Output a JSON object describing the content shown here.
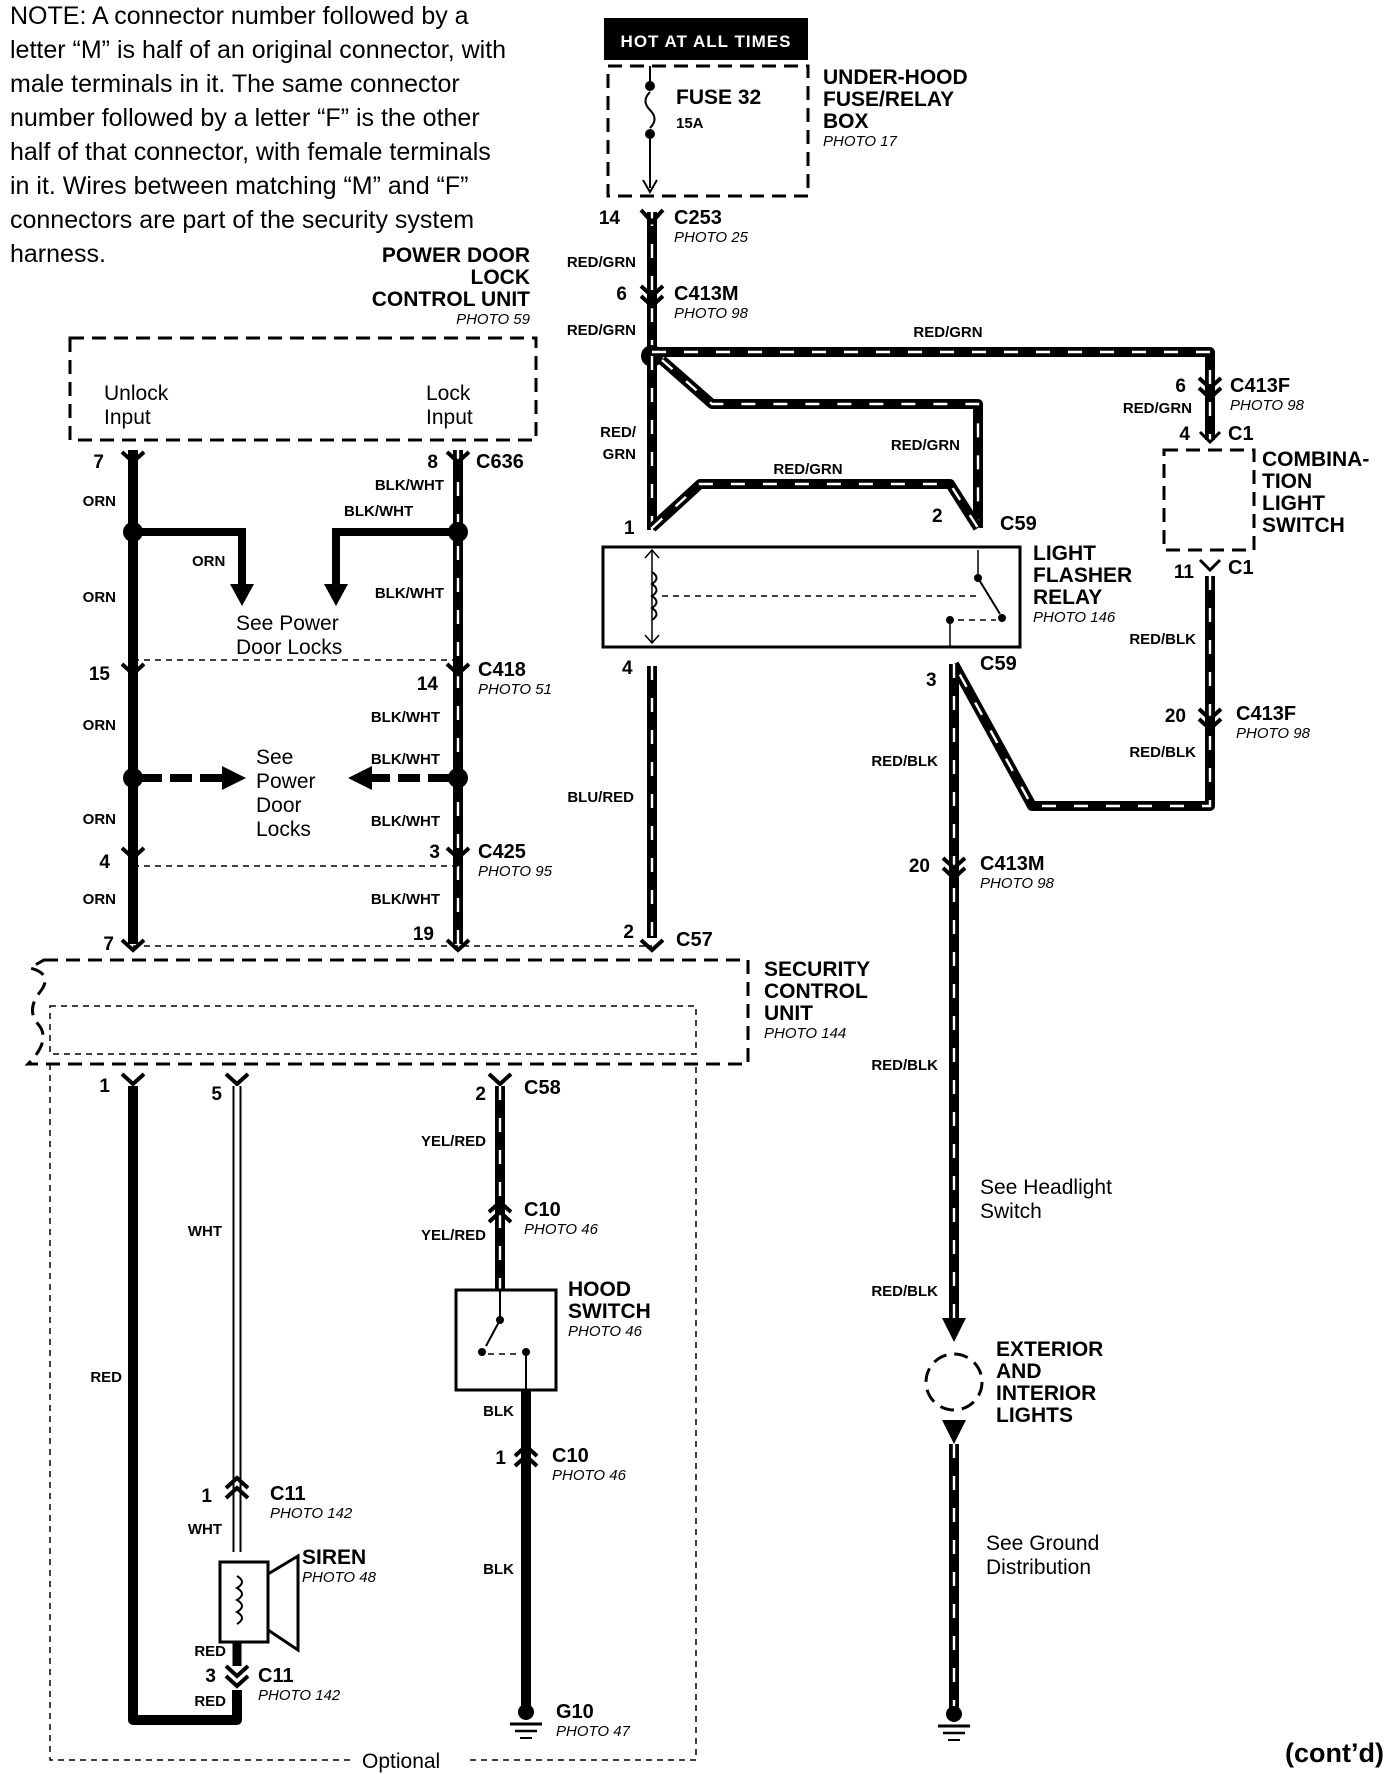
{
  "note": {
    "lines": [
      "NOTE: A connector number followed by a",
      "letter “M” is half of an original connector, with",
      "male terminals in it. The same connector",
      "number followed by a letter “F” is the other",
      "half of that connector, with female terminals",
      "in it. Wires between matching “M” and “F”",
      "connectors are part of the security system",
      "harness."
    ]
  },
  "hot_at_all_times": "HOT AT ALL TIMES",
  "fuse_box": {
    "name_lines": [
      "UNDER-HOOD",
      "FUSE/RELAY",
      "BOX"
    ],
    "photo": "PHOTO 17",
    "fuse": "FUSE 32",
    "rating": "15A"
  },
  "power_door_lock": {
    "name_lines": [
      "POWER DOOR",
      "LOCK",
      "CONTROL UNIT"
    ],
    "photo": "PHOTO 59",
    "unlock_lines": [
      "Unlock",
      "Input"
    ],
    "lock_lines": [
      "Lock",
      "Input"
    ]
  },
  "light_flasher_relay": {
    "name_lines": [
      "LIGHT",
      "FLASHER",
      "RELAY"
    ],
    "photo": "PHOTO 146"
  },
  "combination_switch": {
    "name_lines": [
      "COMBINA-",
      "TION",
      "LIGHT",
      "SWITCH"
    ]
  },
  "security_unit": {
    "name_lines": [
      "SECURITY",
      "CONTROL",
      "UNIT"
    ],
    "photo": "PHOTO 144"
  },
  "hood_switch": {
    "name_lines": [
      "HOOD",
      "SWITCH"
    ],
    "photo": "PHOTO 46"
  },
  "siren": {
    "name": "SIREN",
    "photo": "PHOTO 48"
  },
  "ext_lights": {
    "name_lines": [
      "EXTERIOR",
      "AND",
      "INTERIOR",
      "LIGHTS"
    ]
  },
  "see_refs": {
    "power_door_locks_1": [
      "See Power",
      "Door Locks"
    ],
    "power_door_locks_2": [
      "See",
      "Power",
      "Door",
      "Locks"
    ],
    "headlight": [
      "See Headlight",
      "Switch"
    ],
    "ground": [
      "See Ground",
      "Distribution"
    ]
  },
  "connectors": {
    "c253": {
      "name": "C253",
      "photo": "PHOTO 25",
      "pin": "14"
    },
    "c413m_top": {
      "name": "C413M",
      "photo": "PHOTO 98",
      "pin": "6"
    },
    "c413f_top": {
      "name": "C413F",
      "photo": "PHOTO 98",
      "pin": "6"
    },
    "c1_in": {
      "name": "C1",
      "pin": "4"
    },
    "c1_out": {
      "name": "C1",
      "pin": "11"
    },
    "c59_top": {
      "name": "C59",
      "pin1": "1",
      "pin2": "2"
    },
    "c59_bot": {
      "name": "C59",
      "pin4": "4",
      "pin3": "3"
    },
    "c413f_mid": {
      "name": "C413F",
      "photo": "PHOTO 98",
      "pin": "20"
    },
    "c413m_mid": {
      "name": "C413M",
      "photo": "PHOTO 98",
      "pin": "20"
    },
    "c636": {
      "name": "C636",
      "pin_l": "7",
      "pin_r": "8"
    },
    "c418": {
      "name": "C418",
      "photo": "PHOTO 51",
      "pin_l": "15",
      "pin_r": "14"
    },
    "c425": {
      "name": "C425",
      "photo": "PHOTO 95",
      "pin_l": "4",
      "pin_r": "3"
    },
    "c57": {
      "name": "C57",
      "pin_a": "7",
      "pin_b": "19",
      "pin_c": "2"
    },
    "c58": {
      "name": "C58",
      "pin_a": "1",
      "pin_b": "5",
      "pin_c": "2"
    },
    "c10_top": {
      "name": "C10",
      "photo": "PHOTO 46"
    },
    "c10_bot": {
      "name": "C10",
      "photo": "PHOTO 46",
      "pin": "1"
    },
    "c11_top": {
      "name": "C11",
      "photo": "PHOTO 142",
      "pin": "1"
    },
    "c11_bot": {
      "name": "C11",
      "photo": "PHOTO 142",
      "pin": "3"
    },
    "g10": {
      "name": "G10",
      "photo": "PHOTO 47"
    }
  },
  "wires": {
    "red_grn": "RED/GRN",
    "red_grn_split": [
      "RED/",
      "GRN"
    ],
    "red_blk": "RED/BLK",
    "blu_red": "BLU/RED",
    "orn": "ORN",
    "blk_wht": "BLK/WHT",
    "red": "RED",
    "wht": "WHT",
    "yel_red": "YEL/RED",
    "blk": "BLK"
  },
  "optional": "Optional",
  "contd": "(cont’d)"
}
